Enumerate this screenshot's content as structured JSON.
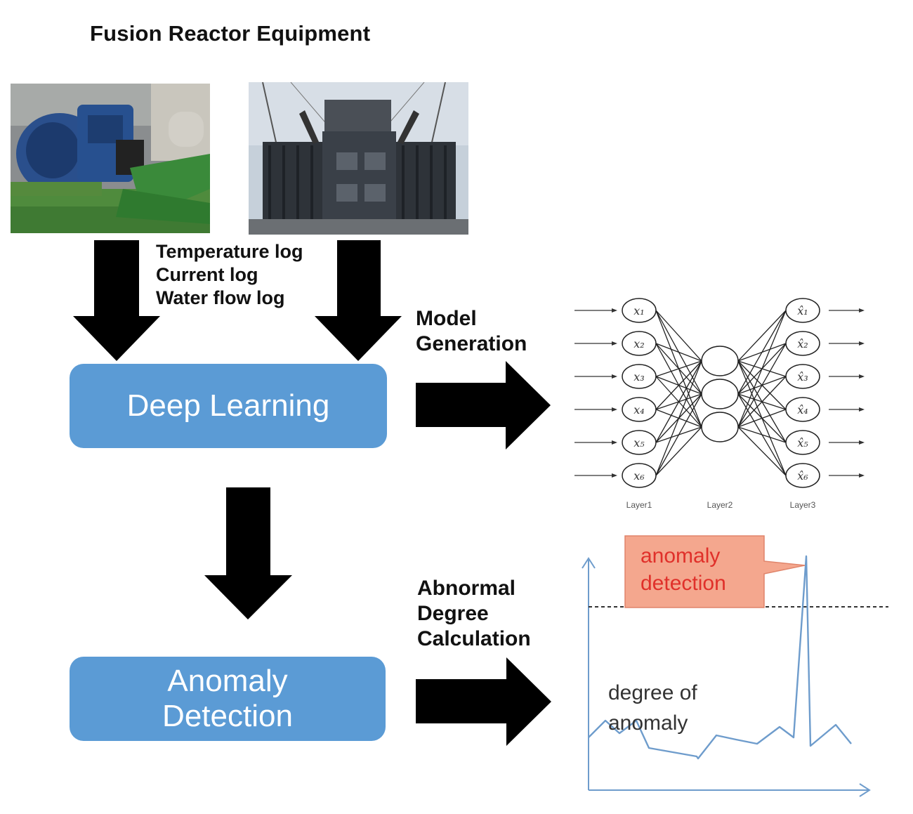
{
  "title": "Fusion Reactor Equipment",
  "logs": [
    "Temperature log",
    "Current log",
    "Water flow log"
  ],
  "boxes": {
    "deep_learning": "Deep Learning",
    "anomaly_detection": [
      "Anomaly",
      "Detection"
    ]
  },
  "labels": {
    "model_generation": [
      "Model",
      "Generation"
    ],
    "abnormal_degree": [
      "Abnormal",
      "Degree",
      "Calculation"
    ]
  },
  "network": {
    "inputs": [
      "x₁",
      "x₂",
      "x₃",
      "x₄",
      "x₅",
      "x₆"
    ],
    "outputs": [
      "x̂₁",
      "x̂₂",
      "x̂₃",
      "x̂₄",
      "x̂₅",
      "x̂₆"
    ],
    "hidden_count": 3,
    "layers": [
      "Layer1",
      "Layer2",
      "Layer3"
    ]
  },
  "anomaly_chart": {
    "callout": [
      "anomaly",
      "detection"
    ],
    "ylabel": [
      "degree of",
      "anomaly"
    ],
    "series_values": [
      14,
      22,
      16,
      22,
      9,
      7,
      5,
      4,
      15,
      13,
      11,
      19,
      14,
      100,
      10,
      20,
      11
    ],
    "threshold": 76,
    "colors": {
      "line": "#6e9ccc",
      "callout_fill": "#f4a78e",
      "callout_text": "#e0302a",
      "box": "#5b9bd5"
    }
  }
}
